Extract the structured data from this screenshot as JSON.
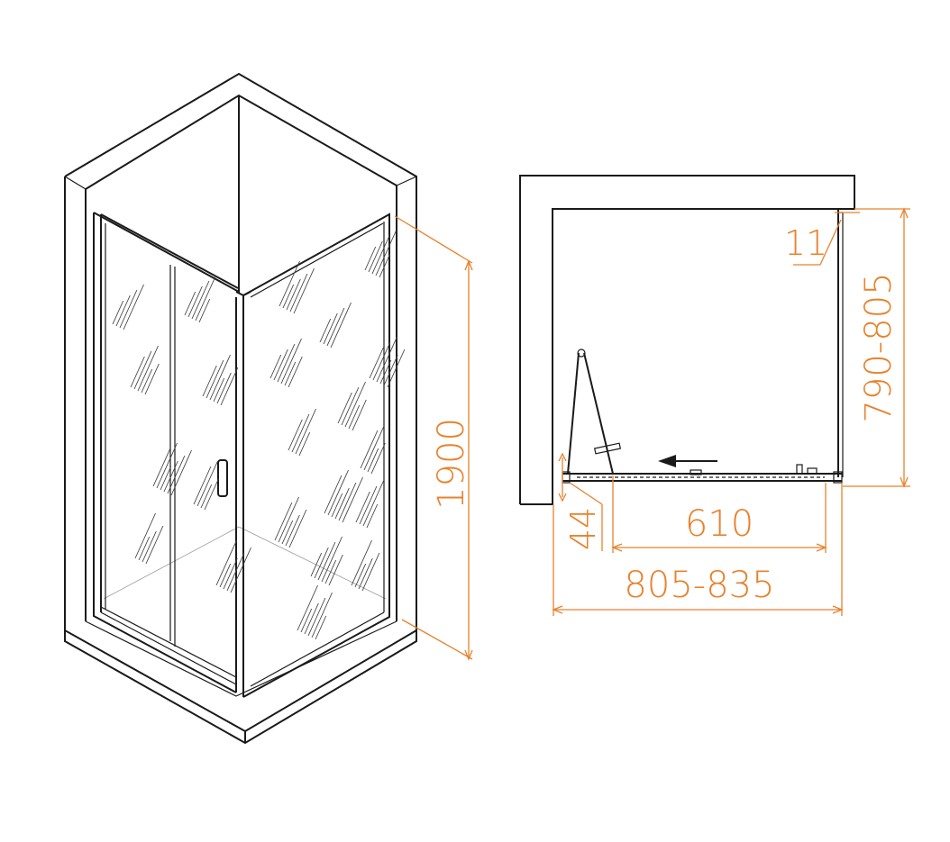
{
  "dimensions": {
    "height": "1900",
    "wall_gap": "11",
    "depth": "790-805",
    "offset": "44",
    "door_opening": "610",
    "width": "805-835"
  },
  "colors": {
    "outline": "#1a1a1a",
    "dimension": "#e8822c",
    "background": "#ffffff"
  }
}
